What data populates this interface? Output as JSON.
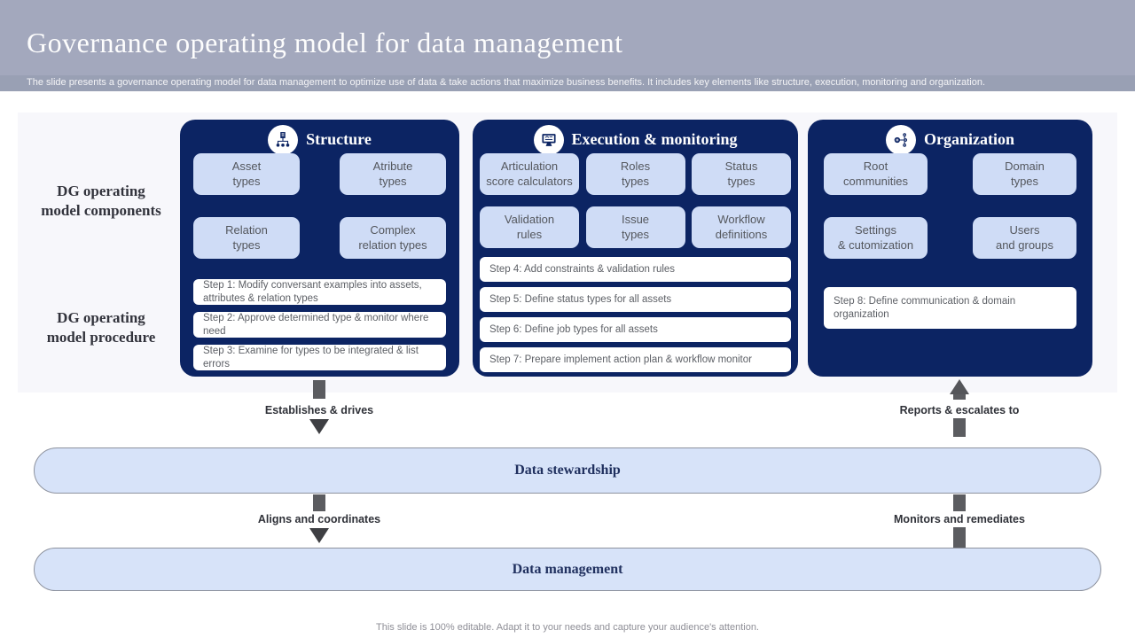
{
  "slide": {
    "title": "Governance operating model for data management",
    "subtitle": "The slide presents a governance operating model for data management to optimize use of data & take actions that maximize business benefits. It includes key elements like structure, execution, monitoring and organization.",
    "footer": "This slide is 100% editable. Adapt it to your needs and capture your audience's attention."
  },
  "left_labels": {
    "components": "DG operating\nmodel components",
    "procedure": "DG operating\nmodel procedure"
  },
  "panels": [
    {
      "title": "Structure",
      "icon": "org-chart-icon",
      "boxes": [
        "Asset\ntypes",
        "Atribute\ntypes",
        "Relation\ntypes",
        "Complex\nrelation types"
      ],
      "steps": [
        "Step 1: Modify conversant examples into assets, attributes & relation types",
        "Step 2: Approve determined type & monitor where need",
        "Step 3: Examine for types to be integrated & list errors"
      ]
    },
    {
      "title": "Execution & monitoring",
      "icon": "monitor-icon",
      "boxes": [
        "Articulation\nscore calculators",
        "Roles\ntypes",
        "Status\ntypes",
        "Validation\nrules",
        "Issue\ntypes",
        "Workflow\ndefinitions"
      ],
      "steps": [
        "Step 4: Add constraints & validation rules",
        "Step 5: Define status types for all assets",
        "Step 6: Define job types for all assets",
        "Step 7: Prepare implement action plan & workflow monitor"
      ]
    },
    {
      "title": "Organization",
      "icon": "network-icon",
      "boxes": [
        "Root\ncommunities",
        "Domain\ntypes",
        "Settings\n& cutomization",
        "Users\nand groups"
      ],
      "steps": [
        "Step 8: Define communication & domain organization"
      ]
    }
  ],
  "connectors": {
    "establishes": "Establishes & drives",
    "reports": "Reports & escalates to",
    "aligns": "Aligns and coordinates",
    "monitors": "Monitors and remediates"
  },
  "bars": {
    "stewardship": "Data stewardship",
    "management": "Data management"
  },
  "colors": {
    "header_bg": "#a3a8bd",
    "subtitle_bg": "#99a0b4",
    "panel_bg": "#0c2463",
    "type_box_bg": "#cfdcf6",
    "pill_bg": "#d7e3f9",
    "content_bg": "#f7f7fb",
    "connector_gray": "#5b5c60"
  }
}
